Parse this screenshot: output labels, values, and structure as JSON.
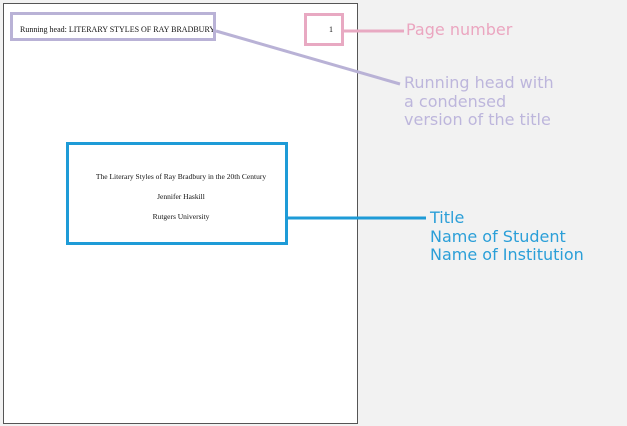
{
  "document": {
    "running_head": "Running head: LITERARY STYLES OF RAY BRADBURY",
    "page_number": "1",
    "title": "The Literary Styles of Ray Bradbury in the 20th Century",
    "author": "Jennifer Haskill",
    "institution": "Rutgers University"
  },
  "annotations": {
    "page_number_label": "Page number",
    "running_head_label": [
      "Running head with",
      "a condensed",
      "version of the title"
    ],
    "title_block_label": [
      "Title",
      "Name of Student",
      "Name of Institution"
    ]
  },
  "colors": {
    "page_number": "#e8a9c2",
    "running_head": "#b9b2d6",
    "title_block": "#1e9bd7"
  }
}
